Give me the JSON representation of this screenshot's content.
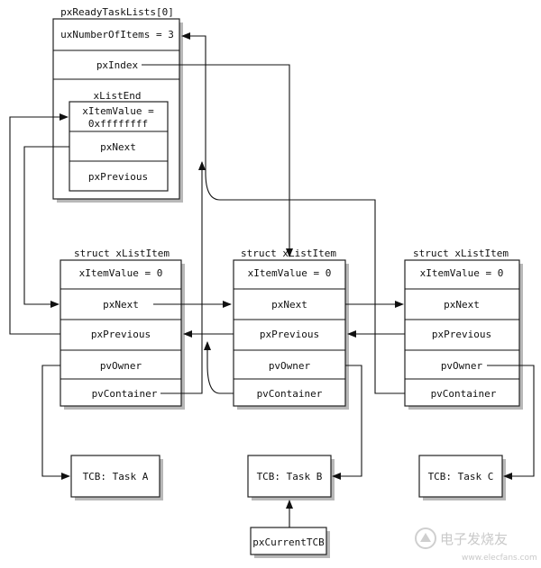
{
  "ready_list": {
    "title": "pxReadyTaskLists[0]",
    "count_field": "uxNumberOfItems = 3",
    "index_field": "pxIndex",
    "list_end": {
      "title": "xListEnd",
      "item_value_line1": "xItemValue =",
      "item_value_line2": "0xffffffff",
      "next_field": "pxNext",
      "previous_field": "pxPrevious"
    }
  },
  "list_items": [
    {
      "title": "struct xListItem",
      "item_value": "xItemValue = 0",
      "next_field": "pxNext",
      "previous_field": "pxPrevious",
      "owner_field": "pvOwner",
      "container_field": "pvContainer"
    },
    {
      "title": "struct xListItem",
      "item_value": "xItemValue = 0",
      "next_field": "pxNext",
      "previous_field": "pxPrevious",
      "owner_field": "pvOwner",
      "container_field": "pvContainer"
    },
    {
      "title": "struct xListItem",
      "item_value": "xItemValue = 0",
      "next_field": "pxNext",
      "previous_field": "pxPrevious",
      "owner_field": "pvOwner",
      "container_field": "pvContainer"
    }
  ],
  "tcbs": [
    {
      "label": "TCB: Task A"
    },
    {
      "label": "TCB: Task B"
    },
    {
      "label": "TCB: Task C"
    }
  ],
  "current_tcb": {
    "label": "pxCurrentTCB"
  },
  "watermark": {
    "text": "电子发烧友",
    "url": "www.elecfans.com"
  }
}
